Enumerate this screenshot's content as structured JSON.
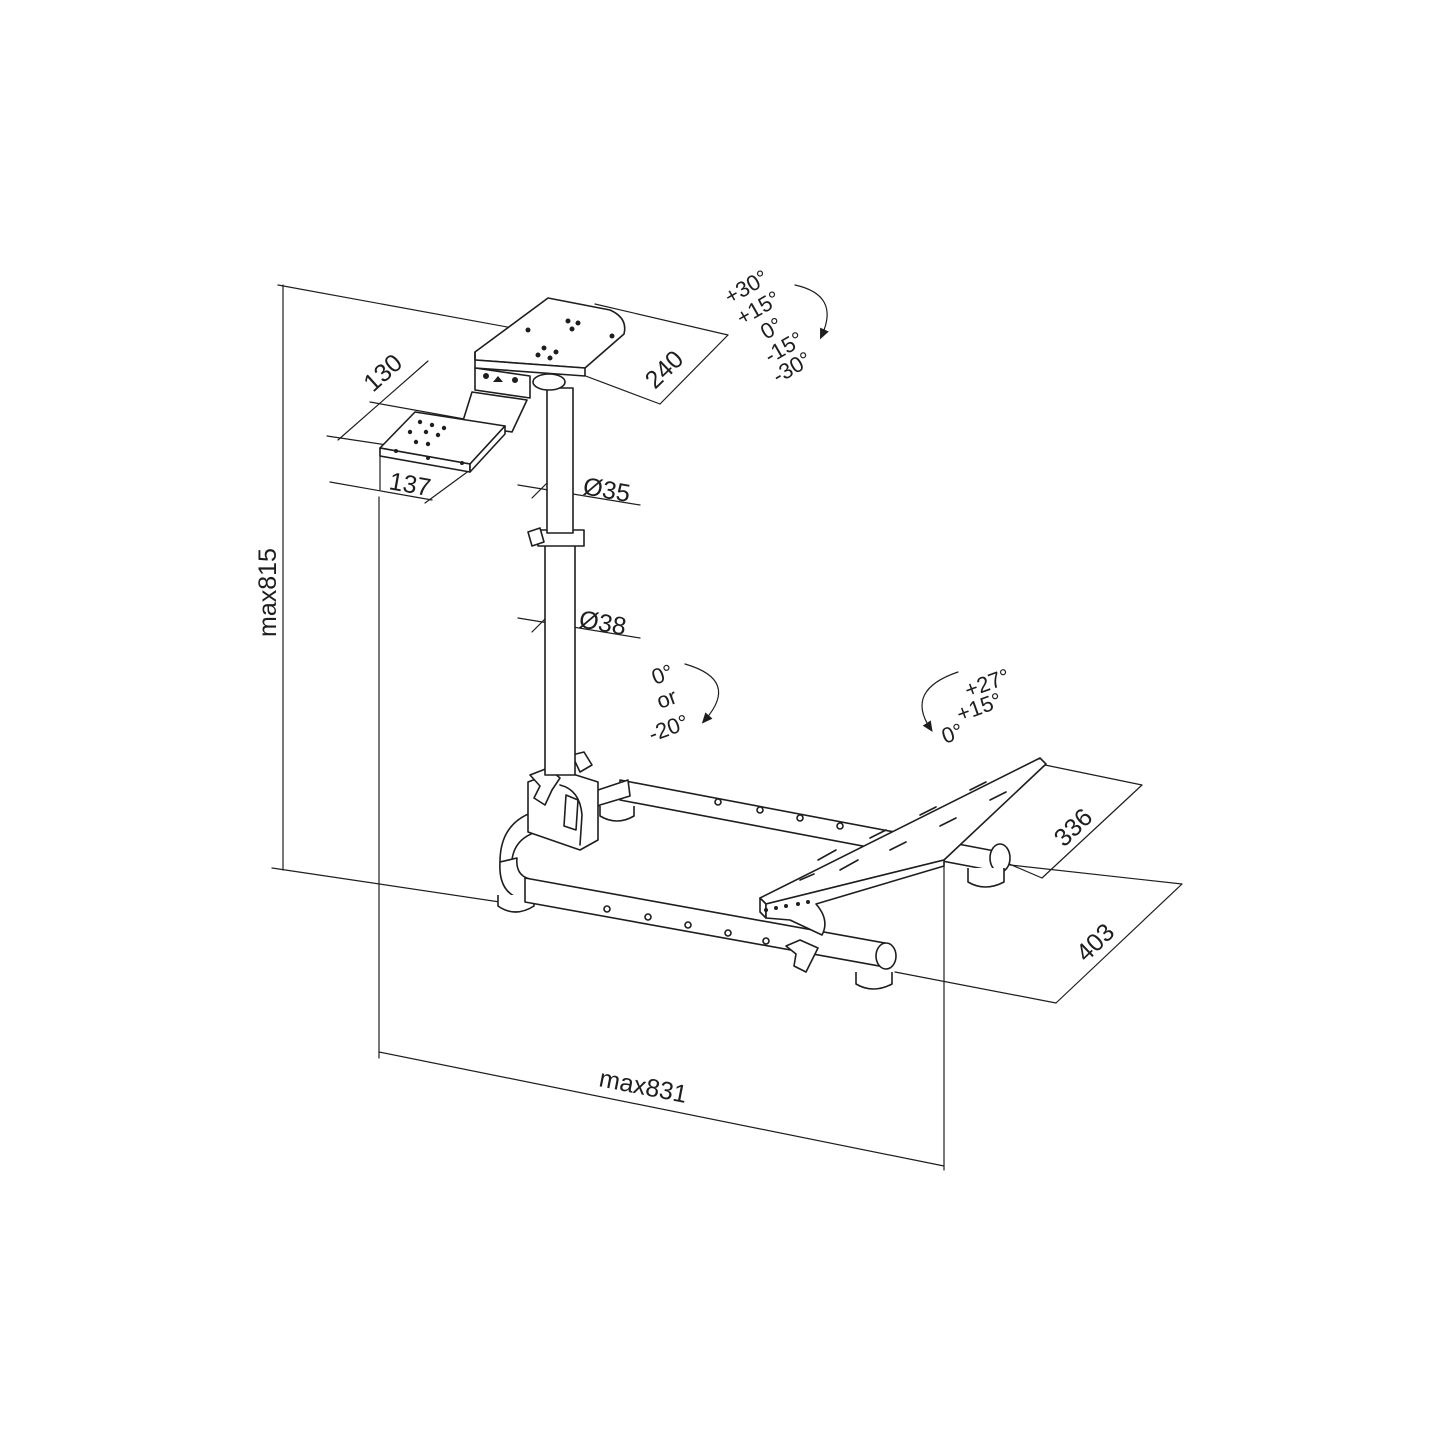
{
  "dimensions": {
    "height_max": "max815",
    "width_max": "max831",
    "wheel_plate_depth": "240",
    "shifter_plate_depth": "130",
    "shifter_plate_width": "137",
    "upper_tube_diameter": "Ø35",
    "lower_tube_diameter": "Ø38",
    "pedal_plate_width": "336",
    "base_depth": "403"
  },
  "angles": {
    "wheel_tilt": [
      "+30°",
      "+15°",
      "0°",
      "-15°",
      "-30°"
    ],
    "column_tilt": [
      "0°",
      "or",
      "-20°"
    ],
    "pedal_tilt": [
      "+27°",
      "+15°",
      "0°"
    ]
  },
  "colors": {
    "line": "#1e1e1e",
    "background": "#ffffff"
  }
}
